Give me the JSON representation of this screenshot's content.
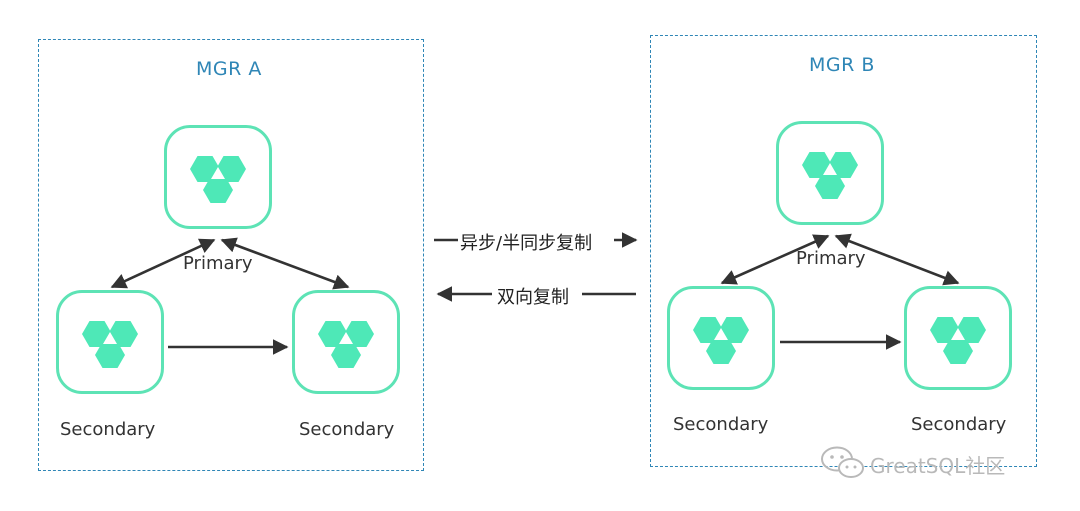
{
  "clusters": {
    "a": {
      "title": "MGR A",
      "primary_label": "Primary",
      "secondary_left_label": "Secondary",
      "secondary_right_label": "Secondary"
    },
    "b": {
      "title": "MGR B",
      "primary_label": "Primary",
      "secondary_left_label": "Secondary",
      "secondary_right_label": "Secondary"
    }
  },
  "replication": {
    "top_label": "异步/半同步复制",
    "bottom_label": "双向复制"
  },
  "watermark": {
    "text": "GreatSQL社区",
    "icon": "wechat-icon"
  },
  "colors": {
    "cluster_border": "#2f86b6",
    "cluster_title": "#2f86b6",
    "node_border": "#5de3b5",
    "node_icon": "#4ee8b7",
    "arrow": "#333333",
    "watermark": "#b9b9b9"
  }
}
